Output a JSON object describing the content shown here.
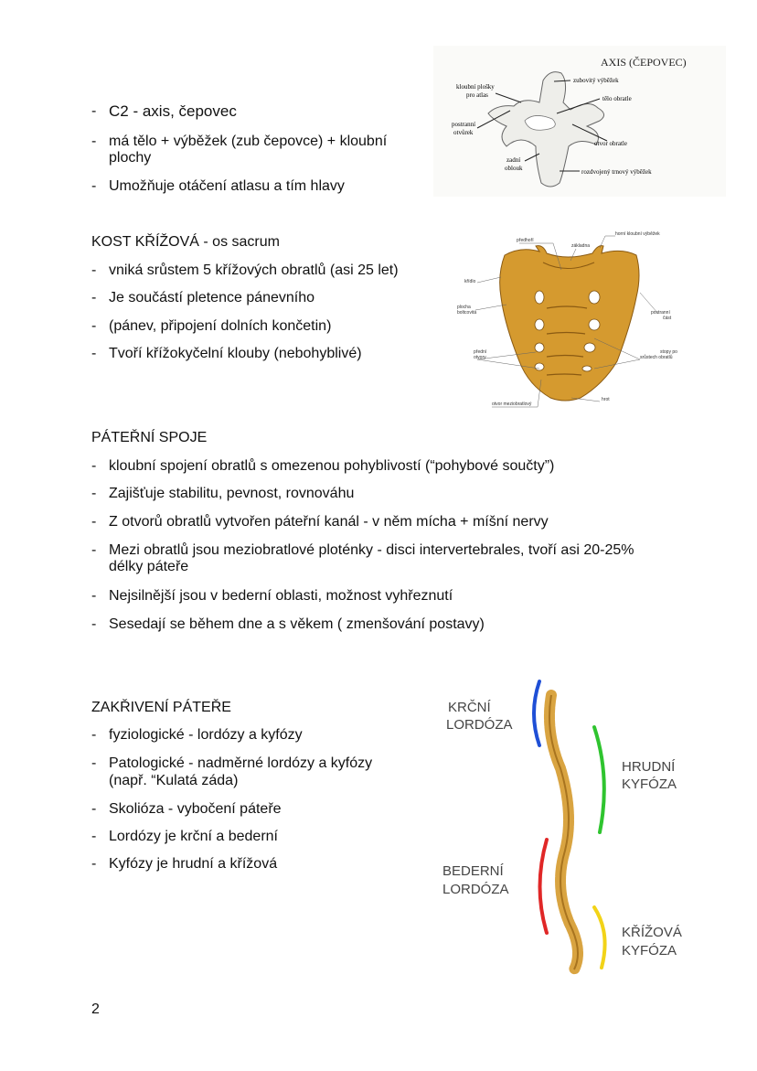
{
  "axis_section": {
    "items": [
      "C2 - axis, čepovec",
      "má tělo + výběžek (zub čepovce) + kloubní",
      "plochy",
      "Umožňuje otáčení atlasu a tím hlavy"
    ],
    "figure": {
      "title": "AXIS (ČEPOVEC)",
      "labels": [
        "kloubní plošky",
        "pro atlas",
        "zubovitý výběžek",
        "tělo obratle",
        "postranní",
        "otvůrek",
        "otvor obratle",
        "zadní",
        "oblouk",
        "rozdvojený trnový výběžek"
      ]
    }
  },
  "sacrum_section": {
    "heading": "KOST KŘÍŽOVÁ - os sacrum",
    "items": [
      "vniká srůstem 5 křížových obratlů (asi 25 let)",
      "Je součástí pletence pánevního",
      "(pánev, připojení dolních končetin)",
      "Tvoří křížokyčelní klouby (nebohyblivé)"
    ],
    "figure": {
      "labels": [
        "předhoří",
        "základna",
        "horní kloubní výběžek",
        "křídlo",
        "plocha",
        "boltcovitá",
        "postranní",
        "část",
        "přední",
        "otvory",
        "stopy po",
        "srůstech obratlů",
        "otvor meziobratlový",
        "hrot"
      ]
    }
  },
  "joints_section": {
    "heading": "PÁTEŘNÍ SPOJE",
    "items": [
      "kloubní spojení obratlů s omezenou pohyblivostí (“pohybové součty”)",
      "Zajišťuje stabilitu, pevnost, rovnováhu",
      "Z otvorů obratlů vytvořen páteřní kanál - v něm mícha + míšní nervy",
      "Mezi obratlů jsou meziobratlové ploténky - disci intervertebrales, tvoří asi 20-25%",
      "délky páteře",
      "Nejsilnější jsou v bederní oblasti, možnost vyhřeznutí",
      "Sesedají se během dne a s věkem ( zmenšování postavy)"
    ]
  },
  "curvature_section": {
    "heading": "ZAKŘIVENÍ PÁTEŘE",
    "items": [
      "fyziologické - lordózy a kyfózy",
      "Patologické - nadměrné lordózy a kyfózy",
      "(např. “Kulatá záda)",
      "Skolióza - vybočení páteře",
      "Lordózy je krční a bederní",
      "Kyfózy je hrudní a křížová"
    ],
    "figure": {
      "labels": [
        "KRČNÍ",
        "LORDÓZA",
        "HRUDNÍ",
        "KYFÓZA",
        "BEDERNÍ",
        "LORDÓZA",
        "KŘÍŽOVÁ",
        "KYFÓZA"
      ],
      "colors": {
        "cervical": "#1f4fd6",
        "thoracic": "#2fc42f",
        "lumbar": "#e02727",
        "sacral": "#f2d318",
        "bone": "#d9a441"
      }
    }
  },
  "page_number": "2",
  "dash": "-"
}
